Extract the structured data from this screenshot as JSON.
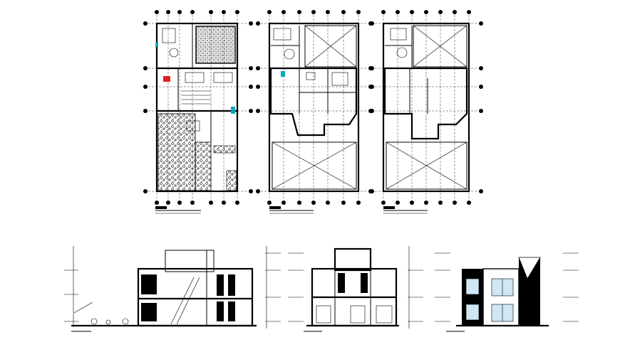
{
  "drawing": {
    "plans": [
      {
        "id": "plan-ground",
        "title": ""
      },
      {
        "id": "plan-first",
        "title": ""
      },
      {
        "id": "plan-roof",
        "title": ""
      }
    ],
    "elevations": [
      {
        "id": "section-a",
        "title": ""
      },
      {
        "id": "section-b",
        "title": ""
      },
      {
        "id": "front-elevation",
        "title": ""
      }
    ],
    "colors": {
      "ink": "#000000",
      "accent_red": "#e02020",
      "accent_cyan": "#00a8c0",
      "glass": "#cfe6f3",
      "background": "#ffffff"
    }
  }
}
